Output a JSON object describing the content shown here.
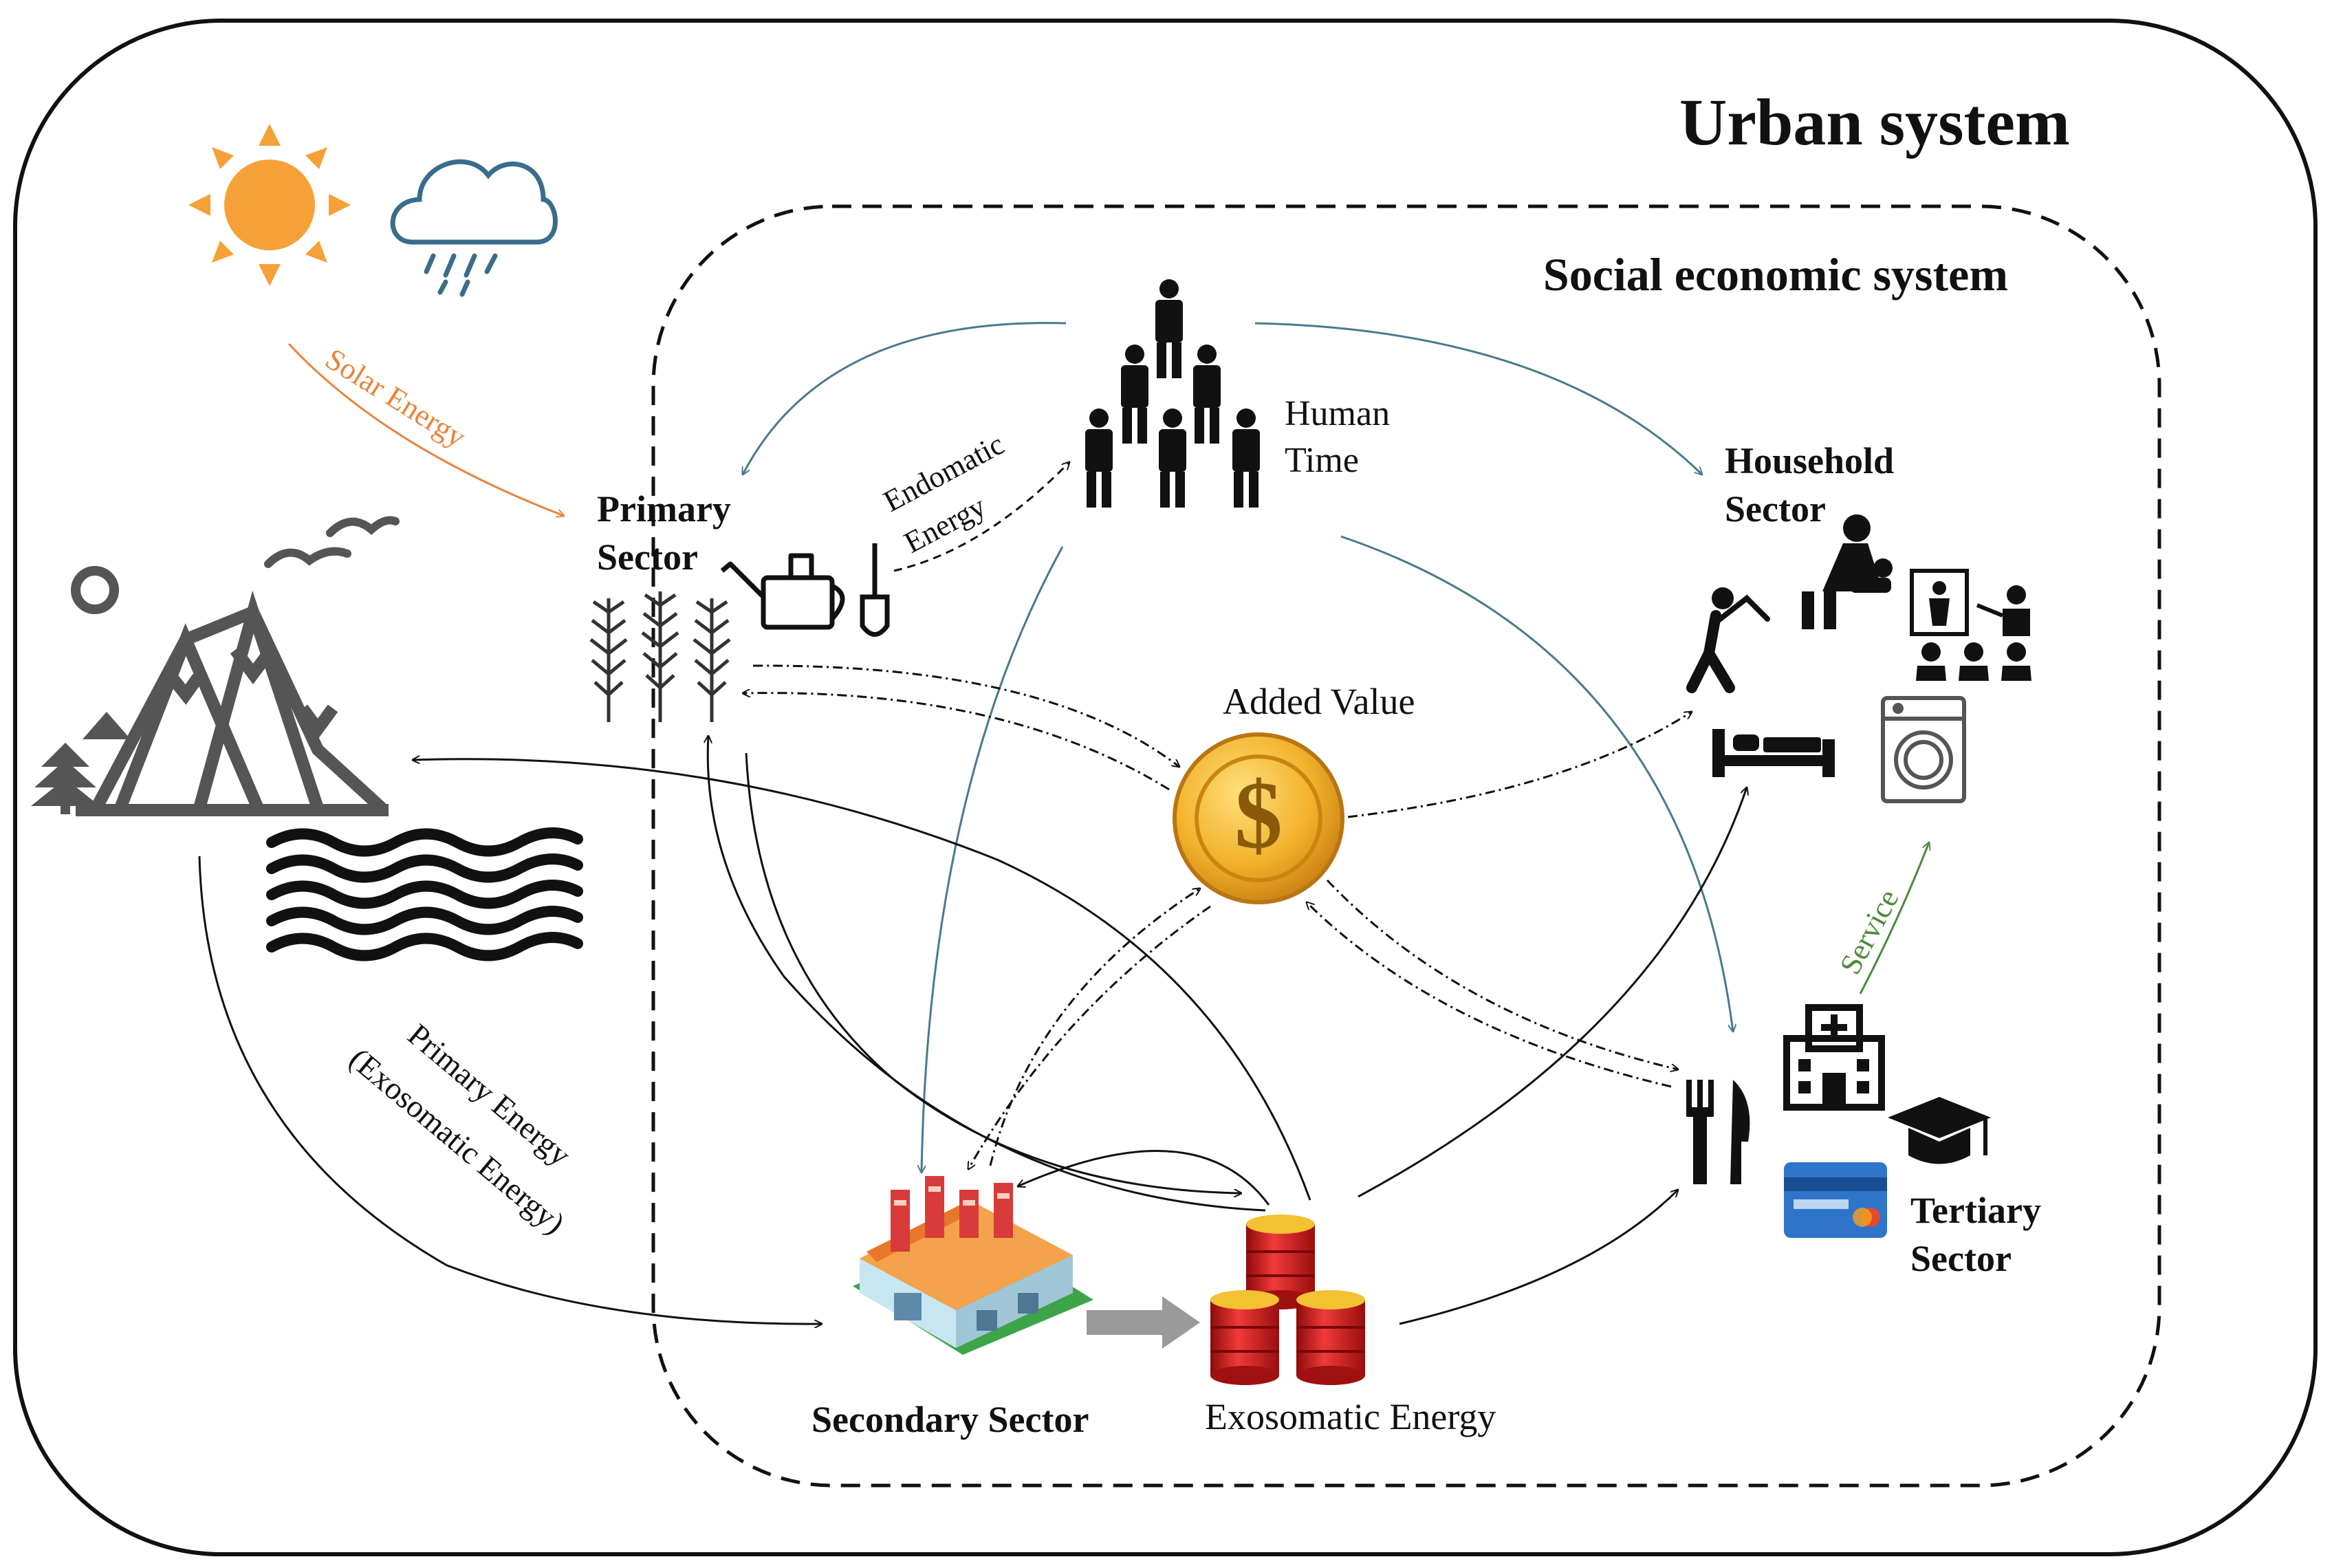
{
  "titles": {
    "urban_system": "Urban system",
    "social_economic_system": "Social economic system"
  },
  "labels": {
    "human_time_1": "Human",
    "human_time_2": "Time",
    "primary_sector_1": "Primary",
    "primary_sector_2": "Sector",
    "household_sector_1": "Household",
    "household_sector_2": "Sector",
    "added_value": "Added Value",
    "tertiary_sector_1": "Tertiary",
    "tertiary_sector_2": "Sector",
    "secondary_sector": "Secondary Sector",
    "exosomatic_energy": "Exosomatic Energy"
  },
  "flows": {
    "solar_energy": "Solar  Energy",
    "endomatic_1": "Endomatic",
    "endomatic_2": "Energy",
    "primary_energy_1": "Primary  Energy",
    "primary_energy_2": "(Exosomatic  Energy)",
    "service": "Service"
  },
  "icons": [
    "sun-icon",
    "rain-cloud-icon",
    "birds-icon",
    "mountains-icon",
    "trees-icon",
    "water-waves-icon",
    "people-pyramid-icon",
    "watering-can-icon",
    "shovel-icon",
    "wheat-crops-icon",
    "coin-dollar-icon",
    "golfer-icon",
    "parent-baby-icon",
    "teacher-class-icon",
    "bed-icon",
    "washing-machine-icon",
    "hospital-icon",
    "fork-knife-icon",
    "graduation-cap-icon",
    "credit-card-icon",
    "factory-icon",
    "oil-barrels-icon"
  ],
  "colors": {
    "solar_orange": "#E8843C",
    "human_flow_blue": "#4A7A8C",
    "service_green": "#4C8A3C",
    "coin_gold": "#E9A522",
    "barrel_red": "#D91A1A",
    "icon_dark": "#1A1A1A",
    "mountain_gray": "#555555"
  }
}
